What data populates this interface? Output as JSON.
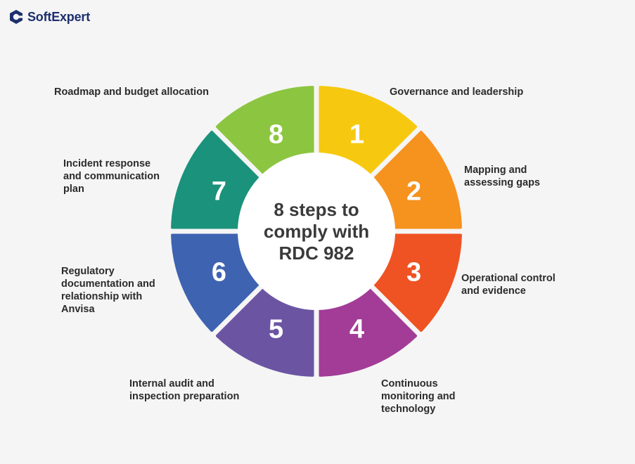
{
  "brand": {
    "name": "SoftExpert",
    "logo_color": "#1d2f6e"
  },
  "center": {
    "lines": [
      "8 steps to",
      "comply with",
      "RDC 982"
    ]
  },
  "steps": [
    {
      "number": "1",
      "color": "#f6c910",
      "label_lines": [
        "Governance and leadership"
      ]
    },
    {
      "number": "2",
      "color": "#f6921e",
      "label_lines": [
        "Mapping and",
        "assessing gaps"
      ]
    },
    {
      "number": "3",
      "color": "#ef5323",
      "label_lines": [
        "Operational control",
        "and evidence"
      ]
    },
    {
      "number": "4",
      "color": "#a23c97",
      "label_lines": [
        "Continuous",
        "monitoring and",
        "technology"
      ]
    },
    {
      "number": "5",
      "color": "#6b55a3",
      "label_lines": [
        "Internal audit and",
        "inspection preparation"
      ]
    },
    {
      "number": "6",
      "color": "#3e63b1",
      "label_lines": [
        "Regulatory",
        "documentation and",
        "relationship with",
        "Anvisa"
      ]
    },
    {
      "number": "7",
      "color": "#1b927b",
      "label_lines": [
        "Incident response",
        "and communication",
        "plan"
      ]
    },
    {
      "number": "8",
      "color": "#8cc540",
      "label_lines": [
        "Roadmap and budget allocation"
      ]
    }
  ]
}
